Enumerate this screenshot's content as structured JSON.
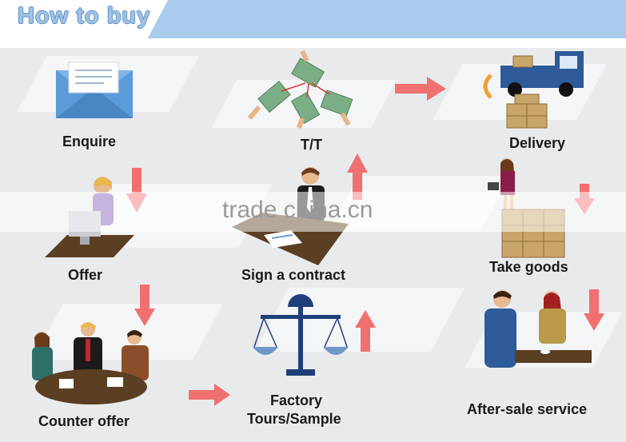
{
  "header": {
    "title": "How to buy"
  },
  "watermark": "trade china.cn",
  "steps": {
    "enquire": "Enquire",
    "tt": "T/T",
    "delivery": "Delivery",
    "offer": "Offer",
    "sign": "Sign a contract",
    "take_goods": "Take goods",
    "counter_offer": "Counter offer",
    "factory_line1": "Factory",
    "factory_line2": "Tours/Sample",
    "after_sale": "After-sale service"
  },
  "colors": {
    "banner": "#a9ccec",
    "arrow": "#f07070",
    "panel": "#e9eaec"
  }
}
